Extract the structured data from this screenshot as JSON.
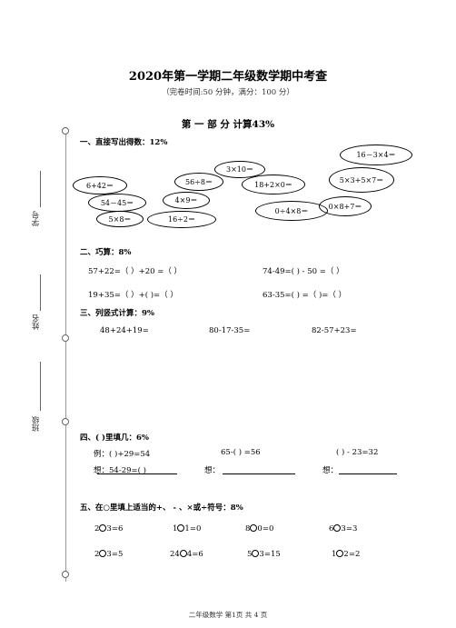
{
  "header": {
    "title": "2020年第一学期二年级数学期中考查",
    "subtitle": "（完卷时间:50 分钟，满分：100 分）"
  },
  "part1": {
    "title": "第 一 部 分   计算43%"
  },
  "sec1": {
    "title": "一、直接写出得数：12%",
    "bubbles": [
      "16－3×4＝",
      "3×10＝",
      "56÷8＝",
      "18+2×0＝",
      "5×3+5×7＝",
      "6+42＝",
      "54－45＝",
      "4×9＝",
      "0÷4×8＝",
      "0×8+7＝",
      "5×8＝",
      "16÷2＝"
    ]
  },
  "sec2": {
    "title": "二、巧算：8%",
    "rows": [
      [
        "57+22=（      ）+20    =（      ）",
        "74-49=(      ) - 50      =（      ）"
      ],
      [
        "19+35=（      ）+(      )=（      ）",
        "63-35=(      ) =（      )=（      ）"
      ]
    ]
  },
  "sec3": {
    "title": "三、列竖式计算：9%",
    "items": [
      "48+24+19=",
      "80-17-35=",
      "82-57+23="
    ]
  },
  "sec4": {
    "title": "四、(      )里填几：6%",
    "example": "例：(      )+29=54",
    "q2": "65-(      ) =56",
    "q3": "(      ) - 23=32",
    "think1": "想：54-29=(       )",
    "think2": "想：",
    "think3": "想："
  },
  "sec5": {
    "title": "五、在○里填上适当的+、 - 、×或÷符号：8%",
    "row1": [
      [
        "2",
        "3=6"
      ],
      [
        "1",
        "1=0"
      ],
      [
        "8",
        "0=0"
      ],
      [
        "6",
        "3=3"
      ]
    ],
    "row2": [
      [
        "2",
        "3=5"
      ],
      [
        "24",
        "4=6"
      ],
      [
        "5",
        "3=15"
      ],
      [
        "1",
        "2=2"
      ]
    ]
  },
  "margin": {
    "xuehao": "学号",
    "xingming": "姓名",
    "banji": "班级"
  },
  "footer": {
    "text": "二年级数学    第1页    共 4 页"
  }
}
